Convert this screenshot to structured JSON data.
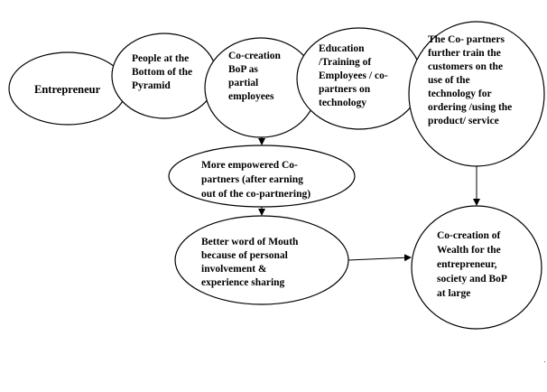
{
  "nodes": {
    "entrepreneur": {
      "lines": [
        "Entrepreneur"
      ]
    },
    "people_bop": {
      "lines": [
        "People at the",
        "Bottom of the",
        "Pyramid"
      ]
    },
    "cocreation_bop": {
      "lines": [
        "Co-creation",
        "BoP as",
        "partial",
        "employees"
      ]
    },
    "education": {
      "lines": [
        "Education",
        "/Training of",
        "Employees / co-",
        "partners on",
        "technology"
      ]
    },
    "copartners_train": {
      "lines": [
        "The Co- partners",
        "further train the",
        "customers on the",
        "use of the",
        "technology for",
        "ordering /using the",
        "product/ service"
      ]
    },
    "empowered": {
      "lines": [
        "More empowered    Co-",
        "partners (after earning",
        "out of the co-partnering)"
      ]
    },
    "word_of_mouth": {
      "lines": [
        "Better word of Mouth",
        "because of personal",
        "involvement &",
        "experience sharing"
      ]
    },
    "wealth": {
      "lines": [
        "Co-creation of",
        "Wealth for the",
        "entrepreneur,",
        "society and  BoP",
        "at large"
      ]
    }
  }
}
